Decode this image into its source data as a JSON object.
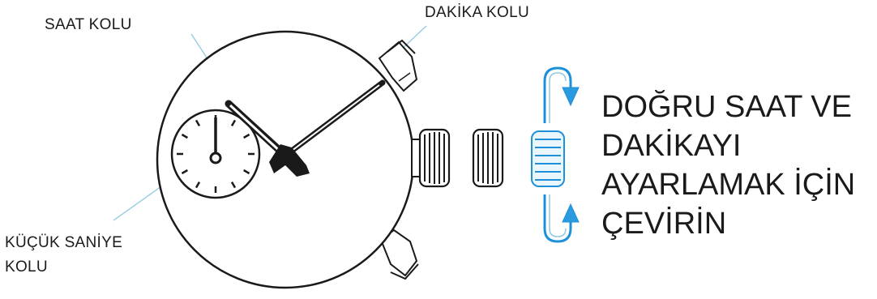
{
  "labels": {
    "hour_hand": "SAAT KOLU",
    "minute_hand": "DAKİKA KOLU",
    "small_second_hand_line1": "KÜÇÜK SANİYE",
    "small_second_hand_line2": "KOLU"
  },
  "instruction": {
    "line1": "DOĞRU SAAT VE",
    "line2": "DAKİKAYI",
    "line3": "AYARLAMAK İÇİN",
    "line4": "ÇEVİRİN"
  },
  "colors": {
    "ink": "#1a1a1a",
    "pointer_line": "#8fc9e0",
    "rotation_arrow": "#1e90d8",
    "arrow_fill": "#2b9be0"
  },
  "icons": {
    "watch": "watch-movement-icon",
    "crown": "crown-icon",
    "rotation_up": "rotate-up-arrow-icon",
    "rotation_down": "rotate-down-arrow-icon"
  }
}
